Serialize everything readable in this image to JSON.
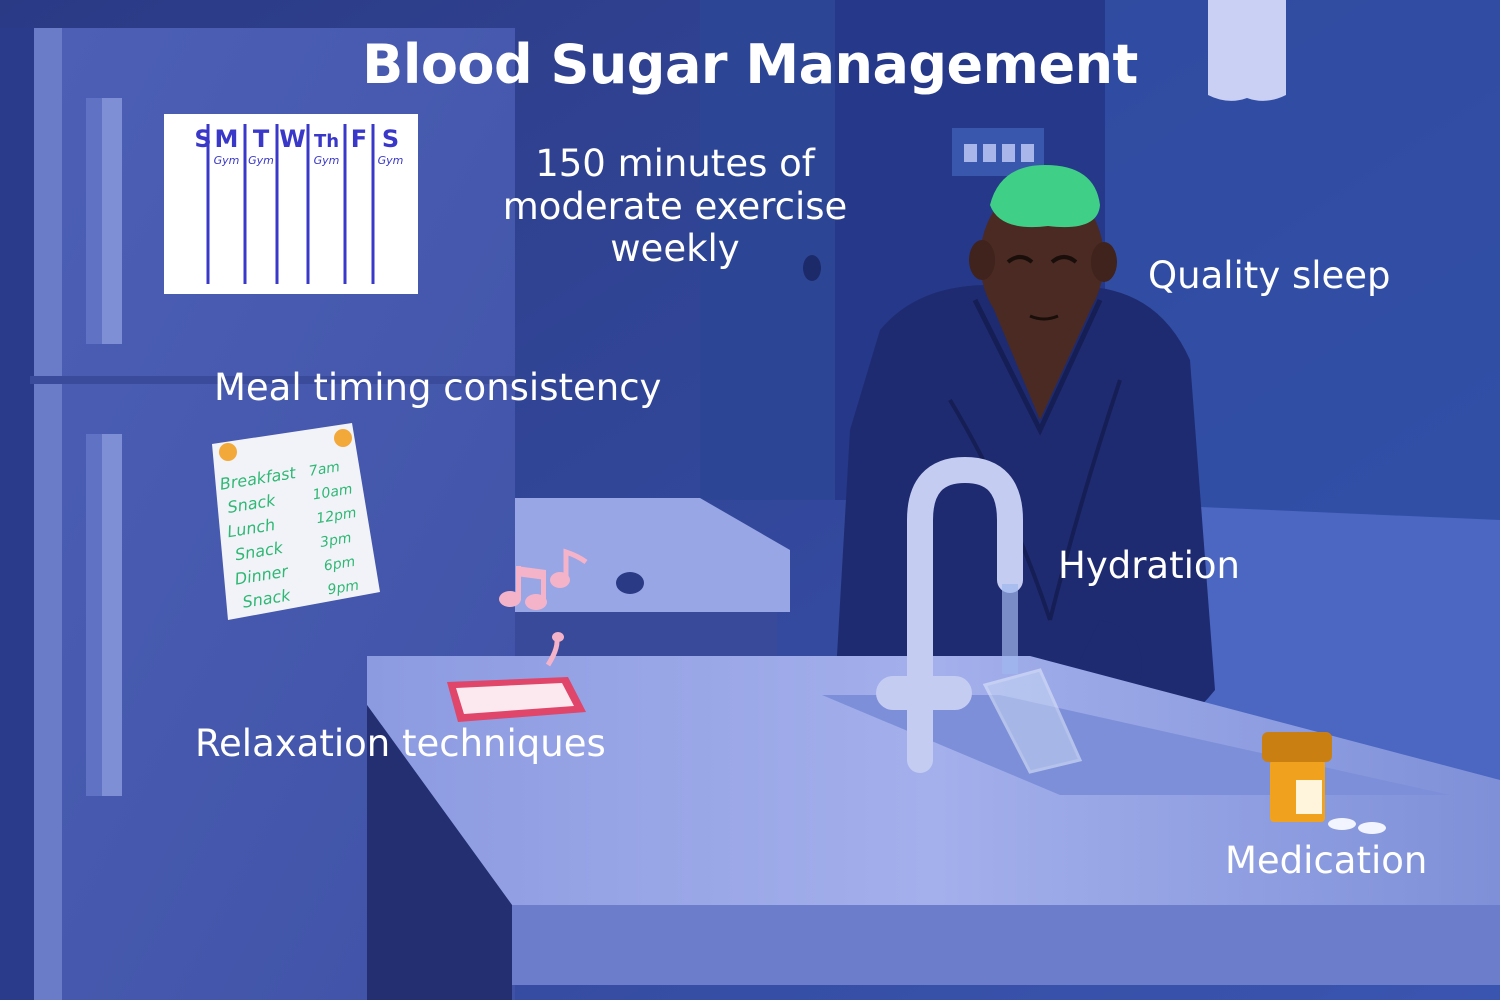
{
  "title": "Blood Sugar Management",
  "labels": {
    "exercise": "150 minutes of moderate exercise weekly",
    "sleep": "Quality sleep",
    "meal": "Meal timing consistency",
    "hydration": "Hydration",
    "relaxation": "Relaxation techniques",
    "medication": "Medication"
  },
  "calendar": {
    "days": [
      "S",
      "M",
      "T",
      "W",
      "Th",
      "F",
      "S"
    ],
    "notes": [
      "",
      "Gym",
      "Gym",
      "",
      "Gym",
      "",
      "Gym"
    ]
  },
  "meal_schedule": [
    {
      "meal": "Breakfast",
      "time": "7am"
    },
    {
      "meal": "Snack",
      "time": "10am"
    },
    {
      "meal": "Lunch",
      "time": "12pm"
    },
    {
      "meal": "Snack",
      "time": "3pm"
    },
    {
      "meal": "Dinner",
      "time": "6pm"
    },
    {
      "meal": "Snack",
      "time": "9pm"
    }
  ],
  "colors": {
    "background": "#2a3c86",
    "fridge": "#4a5fb4",
    "counter": "#97a5e4",
    "robe": "#1f2a6e",
    "sleep_mask": "#3fcf86",
    "calendar_ink": "#3a38c8",
    "meal_ink": "#2fb874",
    "pill_bottle": "#f0a21f",
    "tablet_frame": "#e0456a",
    "music_notes": "#f4b3c8"
  }
}
